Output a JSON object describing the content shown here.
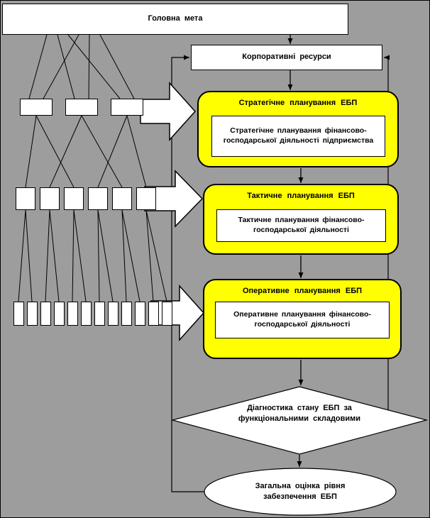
{
  "colors": {
    "background": "#9D9D9D",
    "node_fill": "#FFFFFF",
    "highlight_fill": "#FFFF00",
    "line": "#000000"
  },
  "nodes": {
    "main_goal": {
      "label": "Головна мета"
    },
    "corporate_resources": {
      "label": "Корпоративні ресурси"
    },
    "strategic": {
      "title": "Стратегічне планування ЕБП",
      "detail": "Стратегічне планування фінансово-господарської діяльності підприємства"
    },
    "tactical": {
      "title": "Тактичне планування ЕБП",
      "detail": "Тактичне планування фінансово-господарської діяльності"
    },
    "operative": {
      "title": "Оперативне планування ЕБП",
      "detail": "Оперативне планування фінансово-господарської діяльності"
    },
    "diagnostics": {
      "label": "Діагностика стану ЕБП за функціональними складовими"
    },
    "overall_assessment": {
      "label": "Загальна оцінка рівня забезпечення ЕБП"
    }
  },
  "goal_tree": {
    "level1_count": 3,
    "level2_count": 6,
    "level3_count": 12
  }
}
